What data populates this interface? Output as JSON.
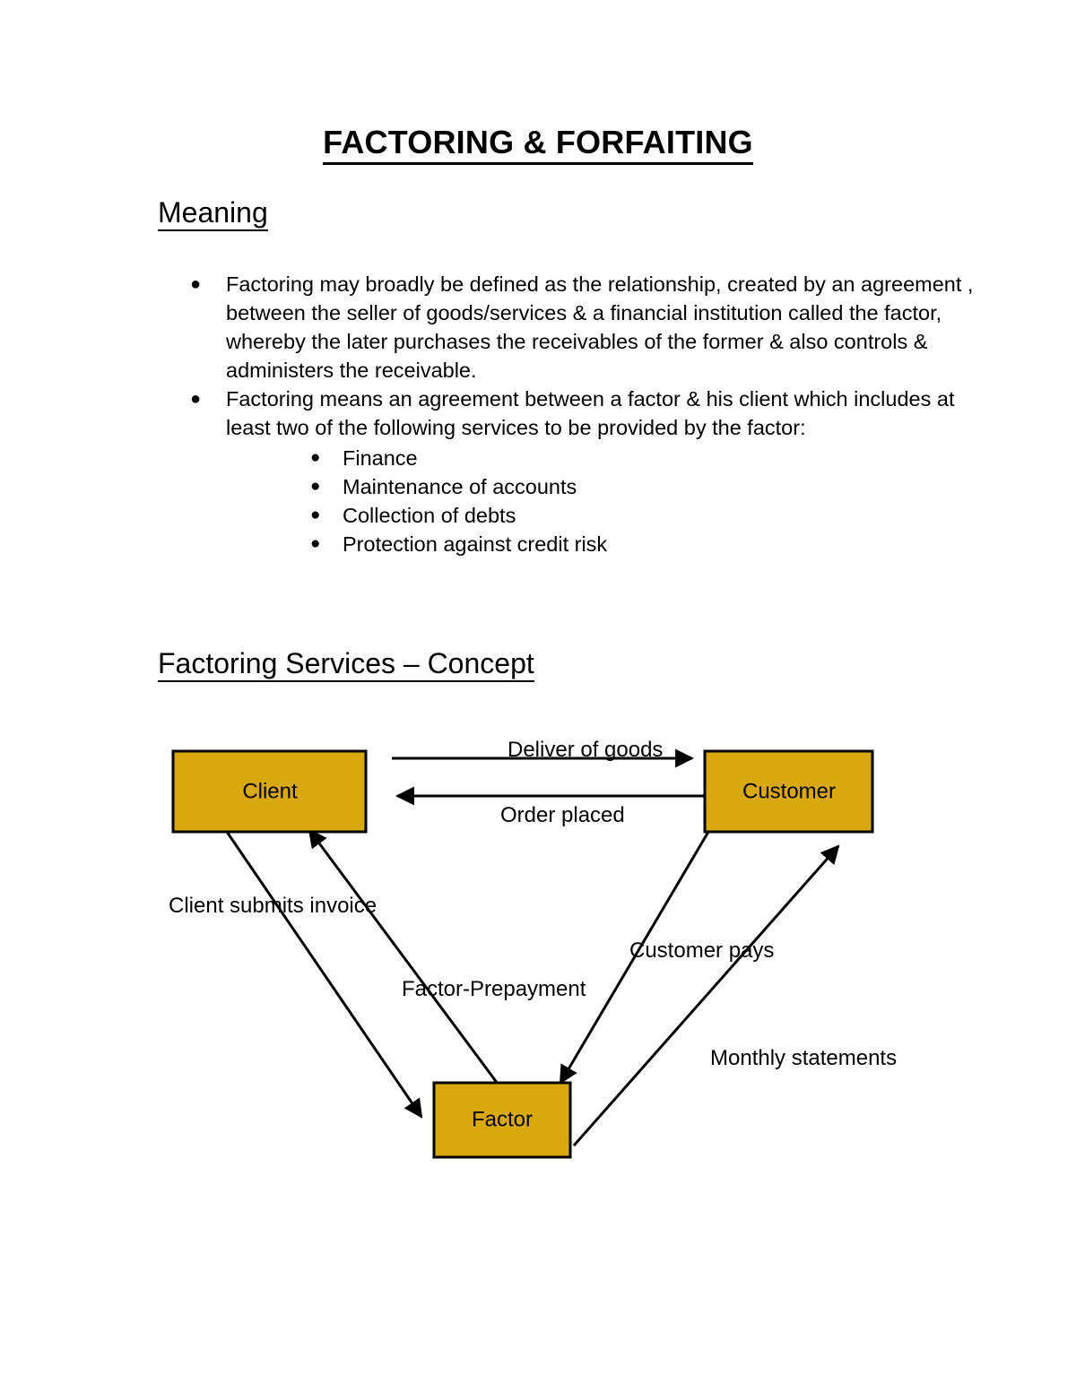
{
  "document": {
    "title": "FACTORING & FORFAITING ",
    "sections": [
      {
        "heading": "Meaning "
      },
      {
        "heading": "Factoring Services – Concept"
      }
    ]
  },
  "meaning": {
    "bullets": [
      "Factoring may broadly be defined as the relationship, created by an agreement , between the seller of goods/services & a financial institution called the factor, whereby the later purchases the receivables of the former & also controls & administers the receivable.",
      "Factoring means an agreement between a factor & his client which includes at least two of the following services to be provided by the factor:"
    ],
    "subbullets": [
      "Finance",
      "Maintenance of accounts",
      "Collection of debts",
      "Protection against credit risk"
    ],
    "bullet_glyph": "●"
  },
  "diagram": {
    "title": "Factoring Services – Concept",
    "colors": {
      "node_fill": "#D9A80C",
      "node_stroke": "#000000",
      "edge": "#000000",
      "text": "#000000"
    },
    "nodes": [
      {
        "id": "client",
        "label": "Client"
      },
      {
        "id": "customer",
        "label": "Customer"
      },
      {
        "id": "factor",
        "label": "Factor"
      }
    ],
    "edges": [
      {
        "id": "deliver-of-goods",
        "label": "Deliver of goods",
        "from": "client",
        "to": "customer"
      },
      {
        "id": "order-placed",
        "label": "Order placed",
        "from": "customer",
        "to": "client"
      },
      {
        "id": "client-submits-invoice",
        "label": "Client submits invoice",
        "from": "client",
        "to": "factor"
      },
      {
        "id": "factor-prepayment",
        "label": "Factor-Prepayment",
        "from": "factor",
        "to": "client"
      },
      {
        "id": "customer-pays",
        "label": "Customer pays",
        "from": "customer",
        "to": "factor"
      },
      {
        "id": "monthly-statements",
        "label": "Monthly statements",
        "from": "factor",
        "to": "customer"
      }
    ]
  }
}
